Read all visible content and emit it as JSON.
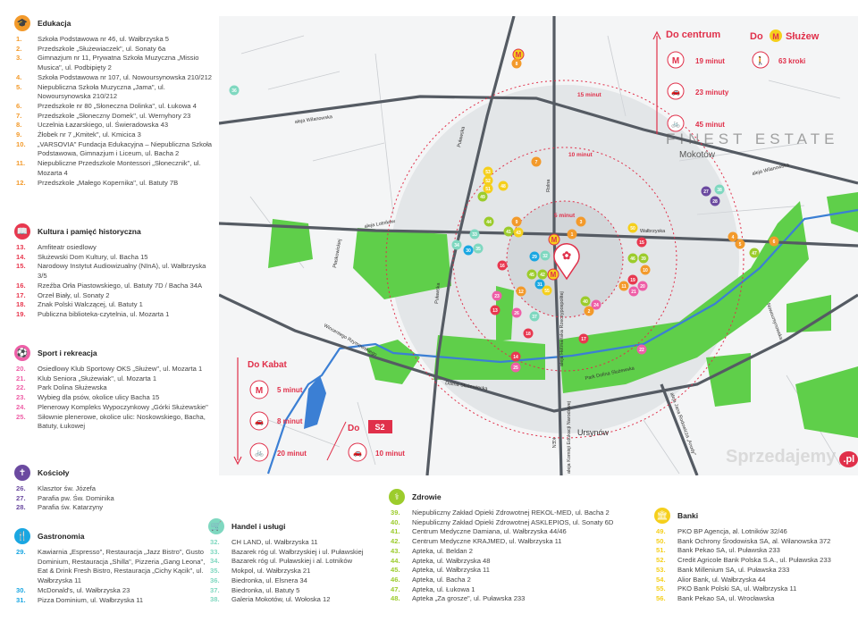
{
  "colors": {
    "edukacja": "#f39a2b",
    "kultura": "#e8384f",
    "sport": "#ee5fa7",
    "koscioly": "#6b4aa0",
    "gastronomia": "#1aa7e2",
    "handel": "#7fd8c0",
    "zdrowie": "#9ccc2c",
    "banki": "#f5cf1c",
    "accent": "#e0304a",
    "road": "#555b63",
    "park": "#5fcf4a",
    "water": "#3b7fd4"
  },
  "sections": {
    "edukacja": {
      "title": "Edukacja",
      "icon": "graduation-cap-icon",
      "items": [
        {
          "n": "1.",
          "t": "Szkoła Podstawowa nr 46, ul. Wałbrzyska 5"
        },
        {
          "n": "2.",
          "t": "Przedszkole „Służewiaczek\", ul. Sonaty 6a"
        },
        {
          "n": "3.",
          "t": "Gimnazjum nr 11, Prywatna Szkoła Muzyczna „Missio Musica\", ul. Podbipięty 2"
        },
        {
          "n": "4.",
          "t": "Szkoła Podstawowa nr 107, ul. Nowoursynowska 210/212"
        },
        {
          "n": "5.",
          "t": "Niepubliczna Szkoła Muzyczna „Jama\", ul. Nowoursynowska 210/212"
        },
        {
          "n": "6.",
          "t": "Przedszkole nr 80 „Słoneczna Dolinka\", ul. Łukowa 4"
        },
        {
          "n": "7.",
          "t": "Przedszkole „Słoneczny Domek\", ul. Wernyhory 23"
        },
        {
          "n": "8.",
          "t": "Uczelnia Łazarskiego, ul. Świeradowska 43"
        },
        {
          "n": "9.",
          "t": "Żłobek nr 7 „Kmitek\", ul. Kmicica 3"
        },
        {
          "n": "10.",
          "t": "„VARSOVIA\" Fundacja Edukacyjna – Niepubliczna Szkoła Podstawowa, Gimnazjum i Liceum, ul. Bacha 2"
        },
        {
          "n": "11.",
          "t": "Niepubliczne Przedszkole Montessori „Słonecznik\", ul. Mozarta 4"
        },
        {
          "n": "12.",
          "t": "Przedszkole „Małego Kopernika\",  ul. Batuty 7B"
        }
      ]
    },
    "kultura": {
      "title": "Kultura i pamięć historyczna",
      "icon": "book-icon",
      "items": [
        {
          "n": "13.",
          "t": "Amfiteatr osiedlowy"
        },
        {
          "n": "14.",
          "t": "Służewski Dom Kultury, ul. Bacha 15"
        },
        {
          "n": "15.",
          "t": "Narodowy Instytut Audiowizualny (NInA), ul. Wałbrzyska 3/5"
        },
        {
          "n": "16.",
          "t": "Rzeźba Orła Piastowskiego, ul. Batuty 7D / Bacha 34A"
        },
        {
          "n": "17.",
          "t": "Orzeł Biały, ul. Sonaty 2"
        },
        {
          "n": "18.",
          "t": "Znak Polski Walczącej, ul. Batuty 1"
        },
        {
          "n": "19.",
          "t": "Publiczna biblioteka-czytelnia, ul. Mozarta 1"
        }
      ]
    },
    "sport": {
      "title": "Sport i rekreacja",
      "icon": "ball-icon",
      "items": [
        {
          "n": "20.",
          "t": "Osiedlowy Klub Sportowy OKS „Służew\", ul. Mozarta 1"
        },
        {
          "n": "21.",
          "t": "Klub Seniora „Służewiak\", ul. Mozarta 1"
        },
        {
          "n": "22.",
          "t": "Park Dolina Służewska"
        },
        {
          "n": "23.",
          "t": "Wybieg dla psów, okolice ulicy Bacha 15"
        },
        {
          "n": "24.",
          "t": "Plenerowy Kompleks Wypoczynkowy „Górki Służewskie\""
        },
        {
          "n": "25.",
          "t": "Siłownie plenerowe, okolice ulic: Noskowskiego, Bacha, Batuty, Łukowej"
        }
      ]
    },
    "koscioly": {
      "title": "Kościoły",
      "icon": "cross-icon",
      "items": [
        {
          "n": "26.",
          "t": "Klasztor św. Józefa"
        },
        {
          "n": "27.",
          "t": "Parafia pw. Św. Dominika"
        },
        {
          "n": "28.",
          "t": "Parafia św. Katarzyny"
        }
      ]
    },
    "gastronomia": {
      "title": "Gastronomia",
      "icon": "cutlery-icon",
      "items": [
        {
          "n": "29.",
          "t": "Kawiarnia „Espresso\", Restauracja „Jazz Bistro\", Gusto Dominium, Restauracja „Shilla\", Pizzeria „Gang Leona\", Eat & Drink Fresh Bistro, Restauracja „Cichy Kącik\", ul. Wałbrzyska 11"
        },
        {
          "n": "30.",
          "t": "McDonald's, ul. Wałbrzyska 23"
        },
        {
          "n": "31.",
          "t": "Pizza Dominium, ul. Wałbrzyska 11"
        }
      ]
    },
    "handel": {
      "title": "Handel i usługi",
      "icon": "cart-icon",
      "items": [
        {
          "n": "32.",
          "t": "CH LAND, ul. Wałbrzyska 11"
        },
        {
          "n": "33.",
          "t": "Bazarek róg ul. Wałbrzyskiej i ul. Puławskiej"
        },
        {
          "n": "34.",
          "t": "Bazarek róg ul. Puławskiej i al. Lotników"
        },
        {
          "n": "35.",
          "t": "Mokpol, ul. Wałbrzyska 21"
        },
        {
          "n": "36.",
          "t": "Biedronka, ul. Elsnera 34"
        },
        {
          "n": "37.",
          "t": "Biedronka, ul. Batuty 5"
        },
        {
          "n": "38.",
          "t": "Galeria Mokotów, ul. Wołoska 12"
        }
      ]
    },
    "zdrowie": {
      "title": "Zdrowie",
      "icon": "stethoscope-icon",
      "items": [
        {
          "n": "39.",
          "t": "Niepubliczny Zakład Opieki Zdrowotnej REKOL-MED, ul. Bacha 2"
        },
        {
          "n": "40.",
          "t": "Niepubliczny Zakład Opieki Zdrowotnej ASKLEPIOS, ul. Sonaty 6D"
        },
        {
          "n": "41.",
          "t": "Centrum Medyczne Damiana, ul. Wałbrzyska 44/46"
        },
        {
          "n": "42.",
          "t": "Centrum Medyczne KRAJMED, ul. Wałbrzyska 11"
        },
        {
          "n": "43.",
          "t": "Apteka, ul. Beldan 2"
        },
        {
          "n": "44.",
          "t": "Apteka, ul. Wałbrzyska 48"
        },
        {
          "n": "45.",
          "t": "Apteka, ul. Wałbrzyska 11"
        },
        {
          "n": "46.",
          "t": "Apteka, ul. Bacha 2"
        },
        {
          "n": "47.",
          "t": "Apteka, ul. Łukowa 1"
        },
        {
          "n": "48.",
          "t": "Apteka „Za grosze\", ul. Puławska 233"
        }
      ]
    },
    "banki": {
      "title": "Banki",
      "icon": "bank-icon",
      "items": [
        {
          "n": "49.",
          "t": "PKO BP Agencja, al. Lotników 32/46"
        },
        {
          "n": "50.",
          "t": "Bank Ochrony Środowiska SA, al. Wilanowska 372"
        },
        {
          "n": "51.",
          "t": "Bank Pekao SA, ul. Puławska 233"
        },
        {
          "n": "52.",
          "t": "Credit Agricole Bank Polska S.A., ul. Puławska 233"
        },
        {
          "n": "53.",
          "t": "Bank Millenium SA, ul. Puławska 233"
        },
        {
          "n": "54.",
          "t": "Alior Bank, ul. Wałbrzyska 44"
        },
        {
          "n": "55.",
          "t": "PKO Bank Polski SA, ul. Wałbrzyska 11"
        },
        {
          "n": "56.",
          "t": "Bank Pekao SA, ul. Wrocławska"
        }
      ]
    }
  },
  "map": {
    "streets": {
      "wilanowska_w": "aleja Wilanowska",
      "wilanowska_e": "aleja Wilanowska",
      "pulawska": "Puławska",
      "pulawska2": "Puławska",
      "walbrzyska": "Wałbrzyska",
      "lotnikow": "aleja Lotników",
      "plaskowickiej": "Płaskowickiej",
      "rzymowskiego": "Wincentego Rzymowskiego",
      "dolina": "Dolina Służewiecka",
      "rolna": "Rolna",
      "ken": "aleja Komisji Edukacji Narodowej",
      "rzeczpospolitej": "aleja Hetmańska Rzeczypospolitej",
      "nowoursynowska": "Nowoursynowska",
      "ken2": "KEN",
      "rodowicza": "aleja Jana Rodowicza „Anody\"",
      "park": "Park Dolina Służewska",
      "ursynow": "Ursynów"
    },
    "rings": [
      "5 minut",
      "10 minut",
      "15 minut"
    ],
    "markers": [
      {
        "n": "7",
        "cat": "edukacja"
      },
      {
        "n": "53",
        "cat": "banki"
      },
      {
        "n": "52",
        "cat": "banki"
      },
      {
        "n": "51",
        "cat": "banki"
      },
      {
        "n": "49",
        "cat": "zdrowie"
      },
      {
        "n": "48",
        "cat": "banki"
      },
      {
        "n": "44",
        "cat": "zdrowie"
      },
      {
        "n": "9",
        "cat": "edukacja"
      },
      {
        "n": "3",
        "cat": "edukacja"
      },
      {
        "n": "41",
        "cat": "zdrowie"
      },
      {
        "n": "43",
        "cat": "banki"
      },
      {
        "n": "50",
        "cat": "banki"
      },
      {
        "n": "33",
        "cat": "handel"
      },
      {
        "n": "34",
        "cat": "handel"
      },
      {
        "n": "30",
        "cat": "gastronomia"
      },
      {
        "n": "35",
        "cat": "handel"
      },
      {
        "n": "1",
        "cat": "edukacja"
      },
      {
        "n": "15",
        "cat": "kultura"
      },
      {
        "n": "29",
        "cat": "gastronomia"
      },
      {
        "n": "32",
        "cat": "handel"
      },
      {
        "n": "46",
        "cat": "zdrowie"
      },
      {
        "n": "39",
        "cat": "zdrowie"
      },
      {
        "n": "16",
        "cat": "kultura"
      },
      {
        "n": "10",
        "cat": "edukacja"
      },
      {
        "n": "45",
        "cat": "zdrowie"
      },
      {
        "n": "42",
        "cat": "zdrowie"
      },
      {
        "n": "31",
        "cat": "gastronomia"
      },
      {
        "n": "55",
        "cat": "banki"
      },
      {
        "n": "12",
        "cat": "edukacja"
      },
      {
        "n": "19",
        "cat": "kultura"
      },
      {
        "n": "11",
        "cat": "edukacja"
      },
      {
        "n": "20",
        "cat": "sport"
      },
      {
        "n": "21",
        "cat": "sport"
      },
      {
        "n": "23",
        "cat": "sport"
      },
      {
        "n": "40",
        "cat": "zdrowie"
      },
      {
        "n": "24",
        "cat": "sport"
      },
      {
        "n": "2",
        "cat": "edukacja"
      },
      {
        "n": "13",
        "cat": "kultura"
      },
      {
        "n": "26",
        "cat": "sport"
      },
      {
        "n": "37",
        "cat": "handel"
      },
      {
        "n": "18",
        "cat": "kultura"
      },
      {
        "n": "17",
        "cat": "kultura"
      },
      {
        "n": "22",
        "cat": "sport"
      },
      {
        "n": "14",
        "cat": "kultura"
      },
      {
        "n": "25",
        "cat": "sport"
      },
      {
        "n": "36",
        "cat": "handel"
      },
      {
        "n": "8",
        "cat": "edukacja"
      },
      {
        "n": "27",
        "cat": "koscioly"
      },
      {
        "n": "38",
        "cat": "handel"
      },
      {
        "n": "4",
        "cat": "edukacja"
      },
      {
        "n": "5",
        "cat": "edukacja"
      },
      {
        "n": "47",
        "cat": "zdrowie"
      },
      {
        "n": "6",
        "cat": "edukacja"
      },
      {
        "n": "28",
        "cat": "koscioly"
      }
    ],
    "metro_label": "M"
  },
  "transport": {
    "centrum": {
      "title": "Do centrum",
      "metro": "19 minut",
      "car": "23 minuty",
      "bike": "45 minut"
    },
    "sluzew": {
      "title_do": "Do",
      "title": "Służew",
      "walk": "63 kroki"
    },
    "kabat": {
      "title": "Do Kabat",
      "metro": "5 minut",
      "car": "8 minut",
      "bike": "20 minut"
    },
    "s2": {
      "title_do": "Do",
      "badge": "S2",
      "car": "10 minut"
    }
  },
  "watermarks": {
    "brand": "FINEST ESTATE",
    "district": "Mokotów",
    "site": "Sprzedajemy",
    "site_tld": ".pl"
  }
}
